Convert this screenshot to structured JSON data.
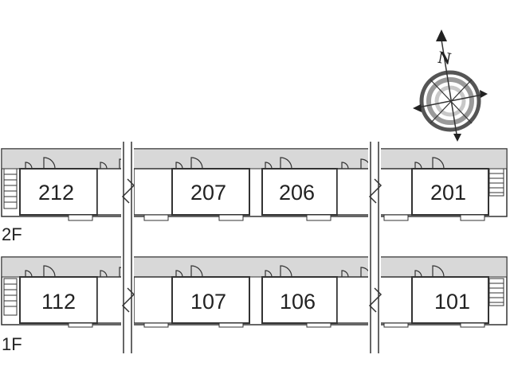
{
  "compass": {
    "north_label": "N",
    "ring_colors": [
      "#555555",
      "#9a9a9a",
      "#c8c8c8"
    ]
  },
  "floors": [
    {
      "label": "2F",
      "units": [
        "212",
        "207",
        "206",
        "201"
      ]
    },
    {
      "label": "1F",
      "units": [
        "112",
        "107",
        "106",
        "101"
      ]
    }
  ],
  "colors": {
    "corridor": "#d8d8d8",
    "stroke": "#333333",
    "unit_fill": "#ffffff"
  }
}
